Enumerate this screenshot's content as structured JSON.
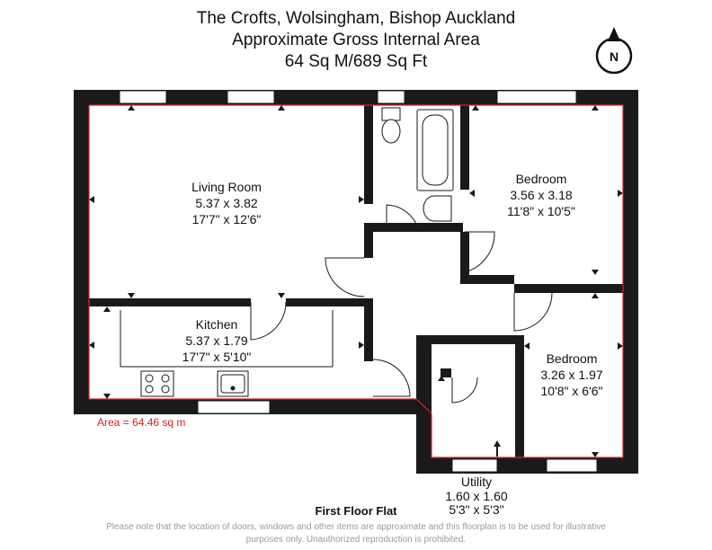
{
  "header": {
    "title_line1": "The Crofts, Wolsingham, Bishop Auckland",
    "title_line2": "Approximate Gross Internal Area",
    "title_line3": "64 Sq M/689 Sq Ft"
  },
  "compass": {
    "label": "N",
    "icon": "north-arrow-icon"
  },
  "rooms": {
    "living": {
      "name": "Living Room",
      "metric": "5.37 x 3.82",
      "imperial": "17'7\" x 12'6\""
    },
    "kitchen": {
      "name": "Kitchen",
      "metric": "5.37 x 1.79",
      "imperial": "17'7\" x 5'10\""
    },
    "bedroom1": {
      "name": "Bedroom",
      "metric": "3.56 x 3.18",
      "imperial": "11'8\" x 10'5\""
    },
    "bedroom2": {
      "name": "Bedroom",
      "metric": "3.26 x 1.97",
      "imperial": "10'8\" x 6'6\""
    },
    "utility": {
      "name": "Utility",
      "metric": "1.60 x 1.60",
      "imperial": "5'3\" x 5'3\""
    }
  },
  "area_note": "Area = 64.46 sq m",
  "floor_label": "First Floor Flat",
  "footer": {
    "line1": "Please note that the location of doors, windows and other items are approximate and this floorplan is to be used for illustrative",
    "line2": "purposes only. Unauthorized reproduction is prohibited."
  },
  "colors": {
    "wall": "#1a1a1a",
    "area_outline": "#e02020",
    "window": "#ffffff"
  }
}
